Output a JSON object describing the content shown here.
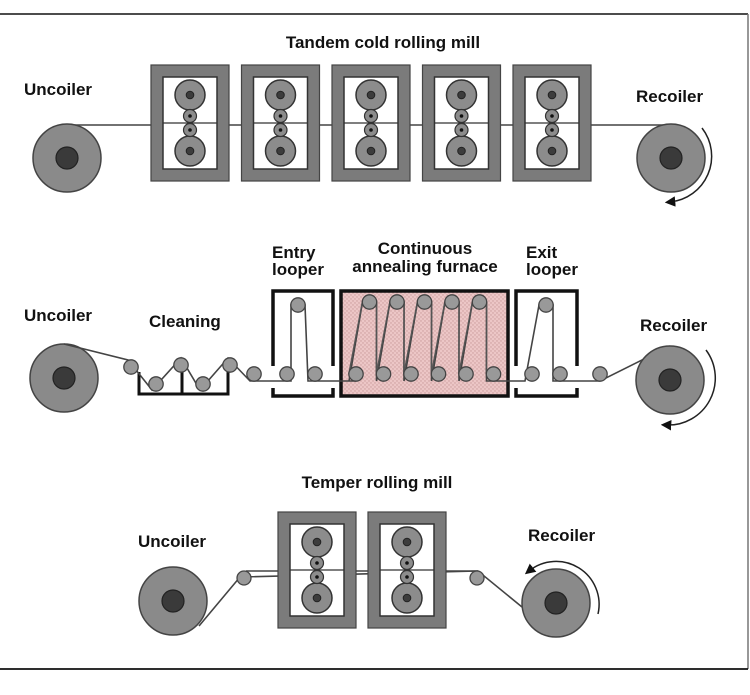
{
  "diagram": {
    "title": "Steel strip processing lines",
    "colors": {
      "frame_gray": "#7b7b7b",
      "roll_gray": "#8c8c8c",
      "hub_dark": "#3a3a3a",
      "furnace_fill": "#e8c4c4",
      "line_black": "#111111"
    },
    "sections": [
      {
        "name": "Tandem cold rolling mill",
        "title": "Tandem cold rolling mill",
        "uncoiler_label": "Uncoiler",
        "recoiler_label": "Recoiler",
        "stand_count": 5
      },
      {
        "name": "Continuous annealing line",
        "uncoiler_label": "Uncoiler",
        "cleaning_label": "Cleaning",
        "entry_looper_label_1": "Entry",
        "entry_looper_label_2": "looper",
        "furnace_label_1": "Continuous",
        "furnace_label_2": "annealing furnace",
        "exit_looper_label_1": "Exit",
        "exit_looper_label_2": "looper",
        "recoiler_label": "Recoiler",
        "furnace_passes": 6
      },
      {
        "name": "Temper rolling mill",
        "title": "Temper rolling mill",
        "uncoiler_label": "Uncoiler",
        "recoiler_label": "Recoiler",
        "stand_count": 2
      }
    ]
  }
}
